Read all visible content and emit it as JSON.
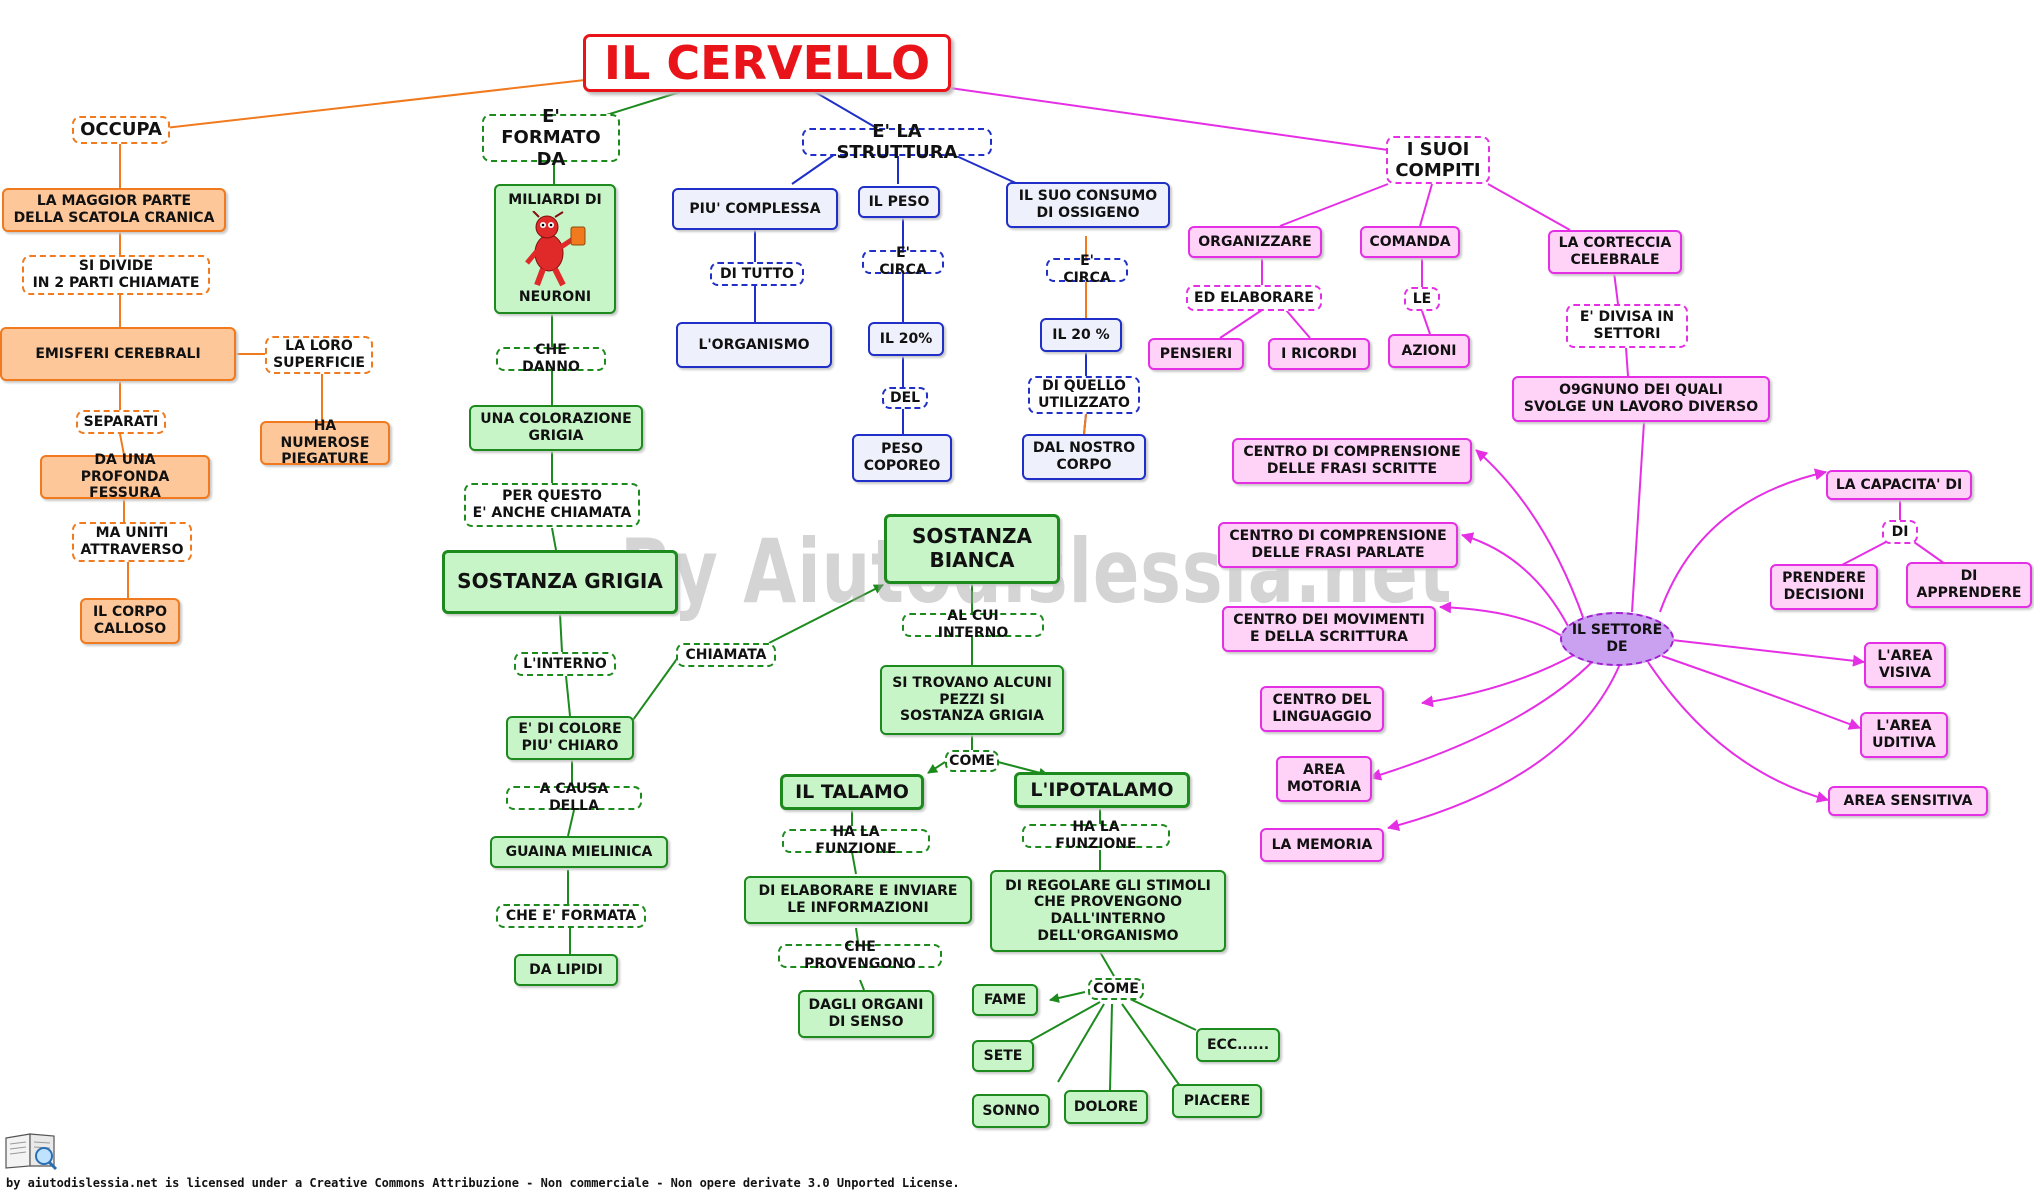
{
  "title": "IL CERVELLO",
  "watermark": "By Aiutodislessia.net",
  "footer": "by aiutodislessia.net is licensed under a Creative Commons Attribuzione - Non commerciale - Non opere derivate 3.0 Unported License.",
  "logo_icon": "book-magnifier-icon",
  "colors": {
    "title": "#e8141a",
    "orange": "#f07a1d",
    "green": "#1d8a1d",
    "blue": "#1f2fc8",
    "pink": "#e52fe5",
    "purple": "#a020d0"
  },
  "nodes": {
    "occupa": "OCCUPA",
    "maggior_parte": "LA MAGGIOR PARTE\nDELLA SCATOLA CRANICA",
    "si_divide": "SI DIVIDE\nIN 2 PARTI CHIAMATE",
    "emisferi": "EMISFERI CEREBRALI",
    "la_loro": "LA LORO\nSUPERFICIE",
    "numerose": "HA NUMEROSE\nPIEGATURE",
    "separati": "SEPARATI",
    "profonda": "DA UNA PROFONDA\nFESSURA",
    "ma_uniti": "MA UNITI\nATTRAVERSO",
    "corpo_calloso": "IL CORPO\nCALLOSO",
    "formato_da": "E' FORMATO\nDA",
    "miliardi_top": "MILIARDI DI",
    "miliardi_bottom": "NEURONI",
    "che_danno": "CHE DANNO",
    "colorazione": "UNA COLORAZIONE\nGRIGIA",
    "per_questo": "PER QUESTO\nE' ANCHE CHIAMATA",
    "sostanza_grigia": "SOSTANZA GRIGIA",
    "l_interno": "L'INTERNO",
    "chiamata": "CHIAMATA",
    "di_colore": "E' DI COLORE\nPIU' CHIARO",
    "a_causa": "A CAUSA DELLA",
    "guaina": "GUAINA MIELINICA",
    "che_e_formata": "CHE E' FORMATA",
    "da_lipidi": "DA LIPIDI",
    "sostanza_bianca": "SOSTANZA\nBIANCA",
    "al_cui_interno": "AL CUI INTERNO",
    "si_trovano": "SI TROVANO ALCUNI\nPEZZI SI\nSOSTANZA GRIGIA",
    "come1": "COME",
    "talamo": "IL TALAMO",
    "ipotalamo": "L'IPOTALAMO",
    "ha_funzione1": "HA LA FUNZIONE",
    "ha_funzione2": "HA LA FUNZIONE",
    "elaborare_inviare": "DI ELABORARE E INVIARE\nLE INFORMAZIONI",
    "che_provengono": "CHE PROVENGONO",
    "organi_senso": "DAGLI ORGANI\nDI SENSO",
    "regolare": "DI REGOLARE GLI STIMOLI\nCHE PROVENGONO\nDALL'INTERNO\nDELL'ORGANISMO",
    "come2": "COME",
    "fame": "FAME",
    "sete": "SETE",
    "sonno": "SONNO",
    "dolore": "DOLORE",
    "piacere": "PIACERE",
    "ecc": "ECC......",
    "struttura": "E' LA STRUTTURA",
    "piu_complessa": "PIU' COMPLESSA",
    "di_tutto": "DI TUTTO",
    "organismo": "L'ORGANISMO",
    "il_peso": "IL PESO",
    "e_circa1": "E' CIRCA",
    "il_20_1": "IL 20%",
    "del": "DEL",
    "peso_corporeo": "PESO\nCOPOREO",
    "consumo": "IL SUO CONSUMO\nDI OSSIGENO",
    "e_circa2": "E' CIRCA",
    "il_20_2": "IL 20 %",
    "di_quello": "DI QUELLO\nUTILIZZATO",
    "nostro_corpo": "DAL NOSTRO\nCORPO",
    "compiti": "I SUOI\nCOMPITI",
    "organizzare": "ORGANIZZARE",
    "ed_elaborare": "ED ELABORARE",
    "pensieri": "PENSIERI",
    "ricordi": "I RICORDI",
    "comanda": "COMANDA",
    "le": "LE",
    "azioni": "AZIONI",
    "corteccia": "LA CORTECCIA\nCELEBRALE",
    "divisa": "E' DIVISA IN\nSETTORI",
    "ognuno": "O9GNUNO DEI QUALI\nSVOLGE UN LAVORO DIVERSO",
    "settore": "IL SETTORE\nDE",
    "scritte": "CENTRO DI COMPRENSIONE\nDELLE FRASI SCRITTE",
    "parlate": "CENTRO DI COMPRENSIONE\nDELLE FRASI PARLATE",
    "movimenti": "CENTRO DEI MOVIMENTI\nE DELLA SCRITTURA",
    "linguaggio": "CENTRO DEL\nLINGUAGGIO",
    "motoria": "AREA\nMOTORIA",
    "memoria": "LA MEMORIA",
    "capacita": "LA CAPACITA' DI",
    "di": "DI",
    "decisioni": "PRENDERE\nDECISIONI",
    "apprendere": "DI\nAPPRENDERE",
    "visiva": "L'AREA\nVISIVA",
    "uditiva": "L'AREA\nUDITIVA",
    "sensitiva": "AREA SENSITIVA"
  }
}
